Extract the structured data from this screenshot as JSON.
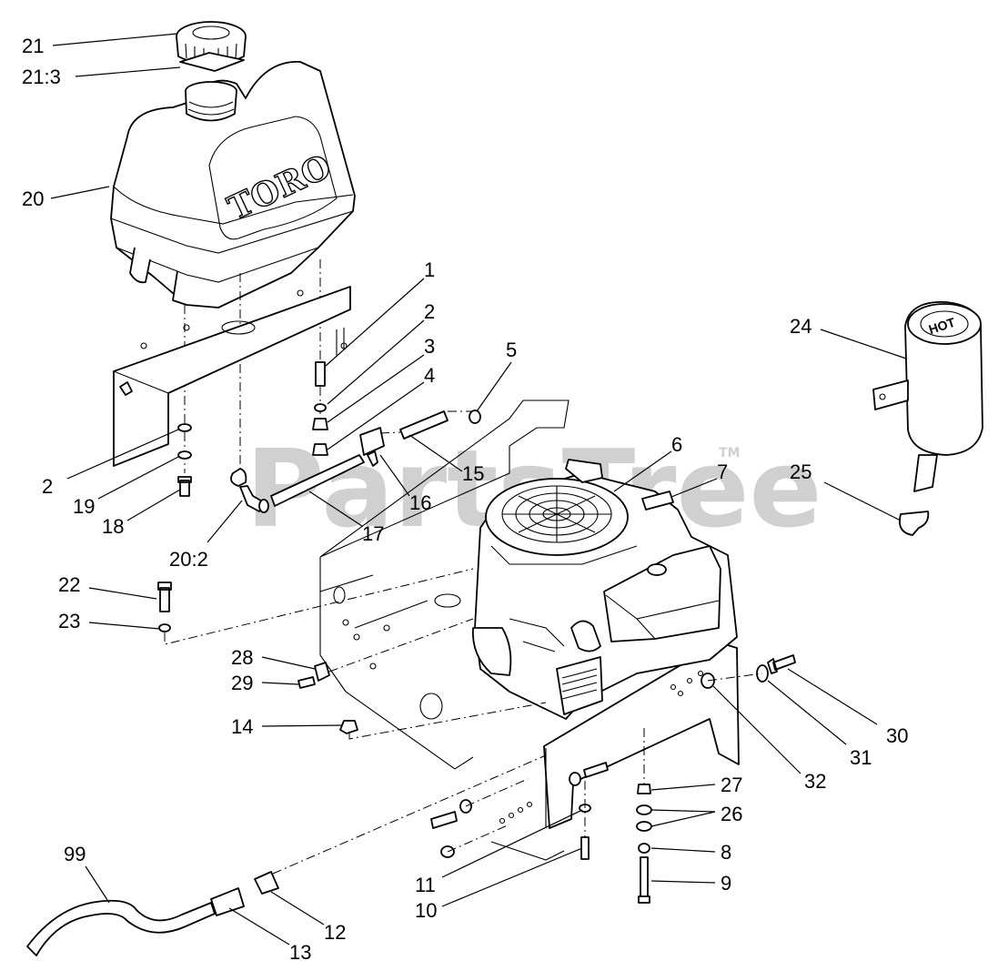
{
  "watermark": {
    "text": "PartsTree",
    "tm": "TM"
  },
  "tank_brand": "TORO",
  "muffler_text": "HOT",
  "callouts": [
    {
      "id": "c21",
      "label": "21"
    },
    {
      "id": "c21-3",
      "label": "21:3"
    },
    {
      "id": "c20",
      "label": "20"
    },
    {
      "id": "c1",
      "label": "1"
    },
    {
      "id": "c2a",
      "label": "2"
    },
    {
      "id": "c3",
      "label": "3"
    },
    {
      "id": "c4",
      "label": "4"
    },
    {
      "id": "c5",
      "label": "5"
    },
    {
      "id": "c6",
      "label": "6"
    },
    {
      "id": "c7",
      "label": "7"
    },
    {
      "id": "c15",
      "label": "15"
    },
    {
      "id": "c16",
      "label": "16"
    },
    {
      "id": "c17",
      "label": "17"
    },
    {
      "id": "c2b",
      "label": "2"
    },
    {
      "id": "c19",
      "label": "19"
    },
    {
      "id": "c18",
      "label": "18"
    },
    {
      "id": "c20-2",
      "label": "20:2"
    },
    {
      "id": "c24",
      "label": "24"
    },
    {
      "id": "c25",
      "label": "25"
    },
    {
      "id": "c22",
      "label": "22"
    },
    {
      "id": "c23",
      "label": "23"
    },
    {
      "id": "c28",
      "label": "28"
    },
    {
      "id": "c29",
      "label": "29"
    },
    {
      "id": "c14",
      "label": "14"
    },
    {
      "id": "c30",
      "label": "30"
    },
    {
      "id": "c31",
      "label": "31"
    },
    {
      "id": "c32",
      "label": "32"
    },
    {
      "id": "c27",
      "label": "27"
    },
    {
      "id": "c26",
      "label": "26"
    },
    {
      "id": "c8",
      "label": "8"
    },
    {
      "id": "c9",
      "label": "9"
    },
    {
      "id": "c11",
      "label": "11"
    },
    {
      "id": "c10",
      "label": "10"
    },
    {
      "id": "c99",
      "label": "99"
    },
    {
      "id": "c12",
      "label": "12"
    },
    {
      "id": "c13",
      "label": "13"
    }
  ]
}
